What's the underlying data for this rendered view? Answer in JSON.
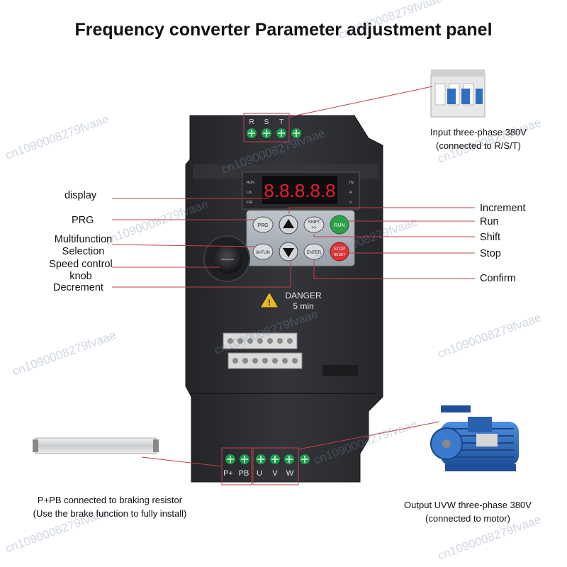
{
  "title": "Frequency converter Parameter adjustment panel",
  "callouts_left": {
    "display": "display",
    "prg": "PRG",
    "multifunction": "Multifunction\nSelection",
    "speed_knob": "Speed control\nknob",
    "decrement": "Decrement"
  },
  "callouts_right": {
    "increment": "Increment",
    "run": "Run",
    "shift": "Shift",
    "stop": "Stop",
    "confirm": "Confirm"
  },
  "notes": {
    "input_line1": "Input three-phase 380V",
    "input_line2": "(connected to R/S/T)",
    "brake_line1": "P+PB connected to braking resistor",
    "brake_line2": "(Use the brake function to fully install)",
    "output_line1": "Output UVW three-phase 380V",
    "output_line2": "(connected to motor)"
  },
  "panel": {
    "top_terminals": [
      "R",
      "S",
      "T"
    ],
    "bottom_terminals": [
      "P+",
      "PB",
      "U",
      "V",
      "W"
    ],
    "key_prg": "PRG",
    "key_mfun": "M-FUN",
    "key_shift": "SHIFT",
    "key_shift_sub": ">>",
    "key_run": "RUN",
    "key_enter": "ENTER",
    "key_stop": "STOP",
    "key_stop_sub": "RESET",
    "led_left": [
      "RUN",
      "L/K",
      "F/R"
    ],
    "led_right": [
      "Hz",
      "A",
      "V"
    ],
    "display_digits": "8.8.8.8.8",
    "warning_line1": "DANGER",
    "warning_line2": "5 min"
  },
  "watermark": "cn1090008279fvaae",
  "colors": {
    "callout_line": "#c0404a",
    "drive_body": "#2b2c2f",
    "display_digit": "#e8202a",
    "run_key": "#2ea04a",
    "stop_key": "#e03030",
    "terminal_green": "#1f9a4a",
    "motor_blue": "#2f6fc0"
  }
}
